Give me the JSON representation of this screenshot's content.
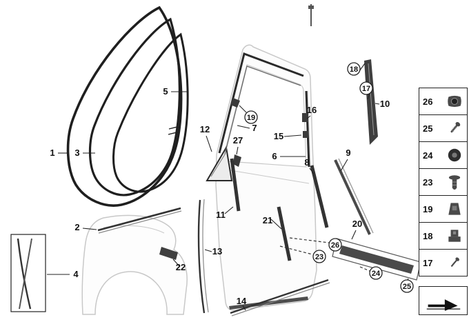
{
  "colors": {
    "line": "#1f1f1f",
    "drawing_gray": "#c8c8c8",
    "trim_dark": "#3f3f3f",
    "background": "#ffffff"
  },
  "callouts": {
    "n1": "1",
    "n2": "2",
    "n3": "3",
    "n4": "4",
    "n5": "5",
    "n6": "6",
    "n7": "7",
    "n8": "8",
    "n9": "9",
    "n10": "10",
    "n11": "11",
    "n12": "12",
    "n13": "13",
    "n14": "14",
    "n15": "15",
    "n16": "16",
    "n17": "17",
    "n18": "18",
    "n19": "19",
    "n20": "20",
    "n21": "21",
    "n22": "22",
    "n23": "23",
    "n24": "24",
    "n25": "25",
    "n26": "26",
    "n27": "27"
  },
  "legend": {
    "items": [
      {
        "number": "26",
        "icon": "speed-nut-icon"
      },
      {
        "number": "25",
        "icon": "screw-icon"
      },
      {
        "number": "24",
        "icon": "grommet-icon"
      },
      {
        "number": "23",
        "icon": "expanding-rivet-icon"
      },
      {
        "number": "19",
        "icon": "retaining-clip-icon"
      },
      {
        "number": "18",
        "icon": "mounting-clip-icon"
      },
      {
        "number": "17",
        "icon": "small-screw-icon"
      }
    ]
  },
  "arrow_box": {
    "icon": "direction-arrow-icon"
  }
}
